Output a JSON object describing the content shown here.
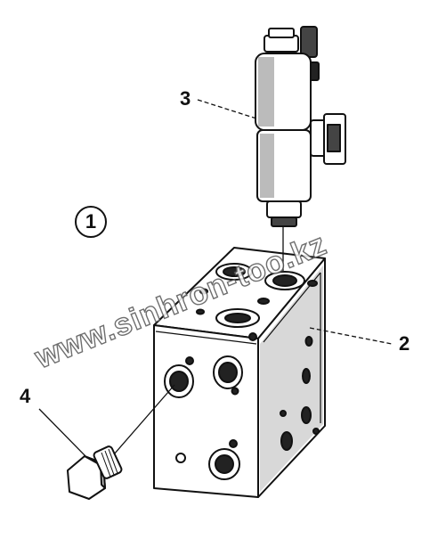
{
  "diagram": {
    "figure_label": "1",
    "callouts": {
      "c2": "2",
      "c3": "3",
      "c4": "4"
    },
    "watermark": "www.sinhron-too.kz"
  }
}
